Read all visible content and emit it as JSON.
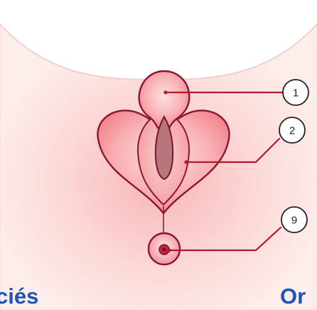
{
  "callouts": [
    {
      "number": "1"
    },
    {
      "number": "2"
    },
    {
      "number": "9"
    }
  ],
  "captions": {
    "left": "ciés",
    "right": "Or"
  },
  "colors": {
    "background": "#ffffff",
    "skin": "#fde5e3",
    "outline": "#8b1633",
    "tissue": "#f6929a",
    "tissue_light": "#fac7c7",
    "opening": "#b8767a",
    "leader_line": "#b0192e",
    "caption_text": "#1d55b5"
  }
}
